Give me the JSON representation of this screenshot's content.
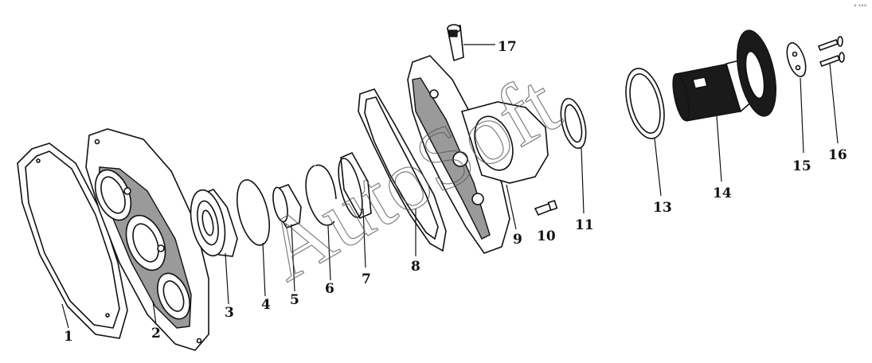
{
  "diagram": {
    "watermark": "AutoSoft",
    "corner_mark": "° °°°",
    "callouts": [
      "1",
      "2",
      "3",
      "4",
      "5",
      "6",
      "7",
      "8",
      "9",
      "10",
      "11",
      "13",
      "14",
      "15",
      "16",
      "17"
    ]
  },
  "colors": {
    "line": "#111111",
    "background": "#ffffff",
    "watermark": "#555555",
    "shade": "#9a9a9a"
  }
}
